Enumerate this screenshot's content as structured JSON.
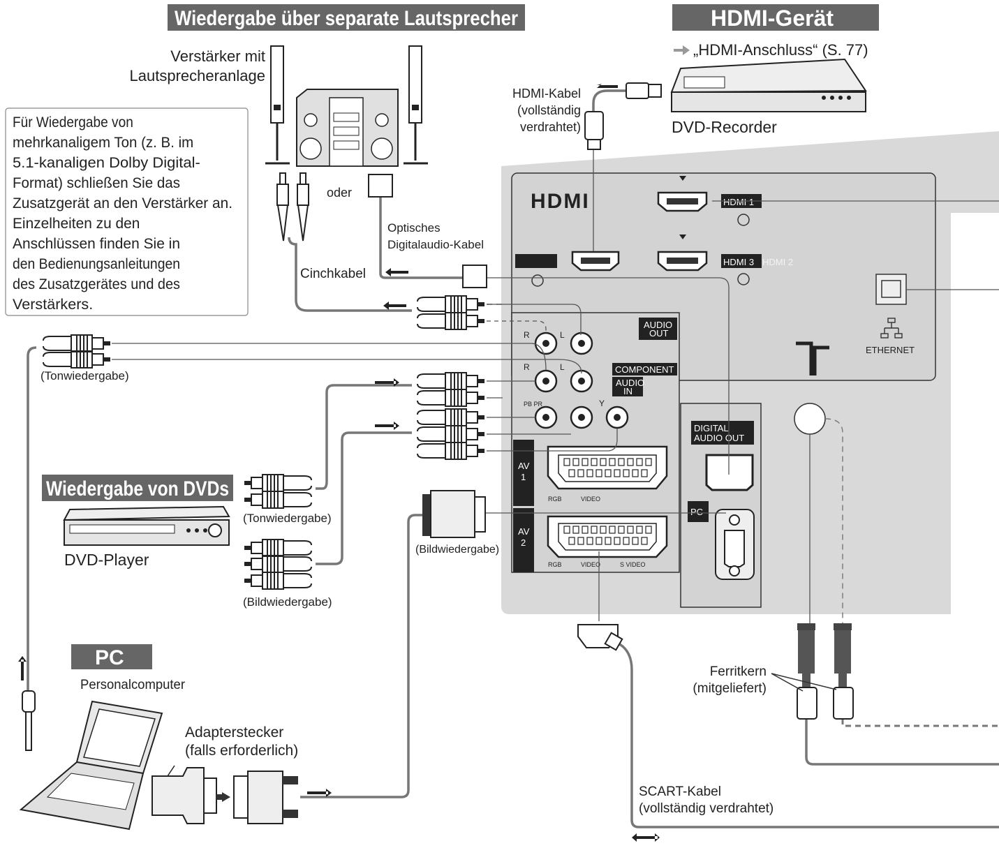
{
  "banners": {
    "separate_speakers": "Wiedergabe über separate Lautsprecher",
    "hdmi_device": "HDMI-Gerät",
    "dvd_playback": "Wiedergabe von DVDs",
    "pc": "PC"
  },
  "texts": {
    "amp_line1": "Verstärker mit",
    "amp_line2": "Lautsprecheranlage",
    "hdmi_ref": "„HDMI-Anschluss“ (S. 77)",
    "hdmi_cable_1": "HDMI-Kabel",
    "hdmi_cable_2": "(vollständig",
    "hdmi_cable_3": "verdrahtet)",
    "dvd_recorder": "DVD-Recorder",
    "oder": "oder",
    "optical_1": "Optisches",
    "optical_2": "Digitalaudio-Kabel",
    "cinch": "Cinchkabel",
    "note": [
      "Für Wiedergabe von",
      "mehrkanaligem Ton (z. B. im",
      "5.1-kanaligen Dolby Digital-",
      "Format) schließen Sie das",
      "Zusatzgerät an den Verstärker an.",
      "Einzelheiten zu den",
      "Anschlüssen finden Sie in",
      "den Bedienungsanleitungen",
      "des Zusatzgerätes und des",
      "Verstärkers."
    ],
    "tonwiedergabe": "(Tonwiedergabe)",
    "bildwiedergabe": "(Bildwiedergabe)",
    "dvd_player": "DVD-Player",
    "personalcomputer": "Personalcomputer",
    "adapter_1": "Adapterstecker",
    "adapter_2": "(falls erforderlich)",
    "scart_1": "SCART-Kabel",
    "scart_2": "(vollständig verdrahtet)",
    "ferrit_1": "Ferritkern",
    "ferrit_2": "(mitgeliefert)"
  },
  "panel": {
    "hdmi_logo": "HDMI",
    "hdmi1": "HDMI 1",
    "hdmi2": "HDMI 2",
    "hdmi3": "HDMI 3",
    "audio_out_1": "AUDIO",
    "audio_out_2": "OUT",
    "component": "COMPONENT",
    "audio_in_1": "AUDIO",
    "audio_in_2": "IN",
    "r": "R",
    "l": "L",
    "pb_pr": "PB PR",
    "y": "Y",
    "av1_a": "AV",
    "av1_b": "1",
    "av2_a": "AV",
    "av2_b": "2",
    "rgb": "RGB",
    "video": "VIDEO",
    "svideo": "S VIDEO",
    "digital_audio_out_1": "DIGITAL",
    "digital_audio_out_2": "AUDIO OUT",
    "pc": "PC",
    "ethernet": "ETHERNET"
  }
}
